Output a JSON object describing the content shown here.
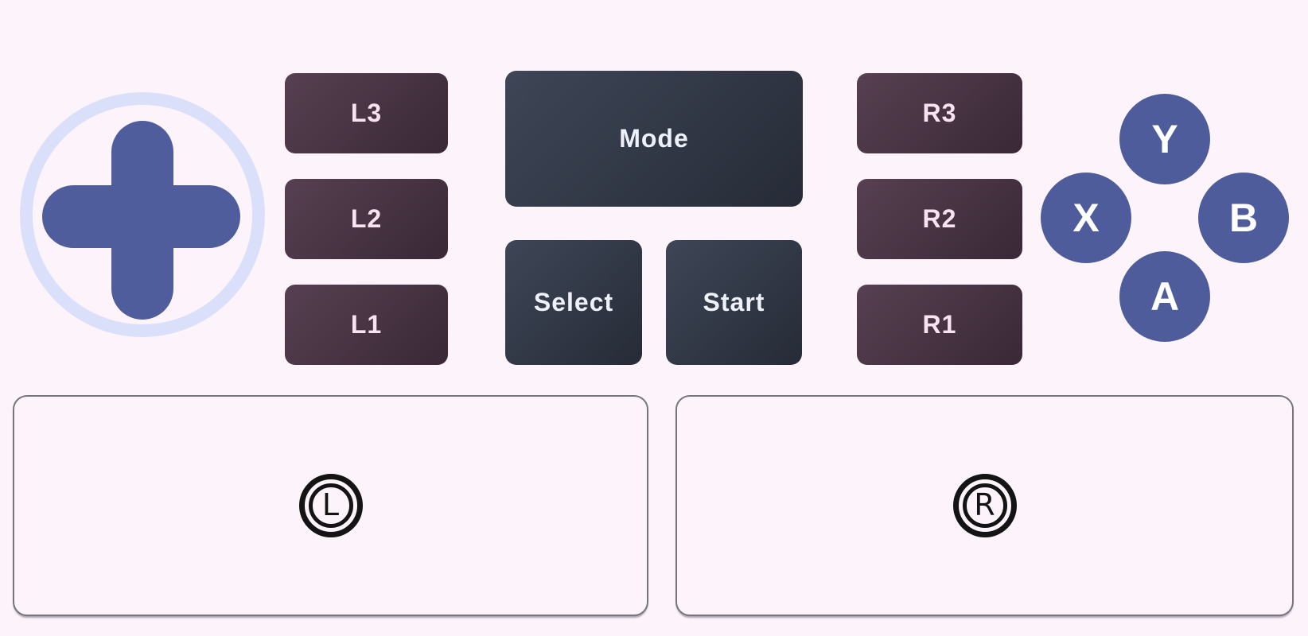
{
  "buttons": {
    "left_shoulder": [
      {
        "id": "L3",
        "label": "L3"
      },
      {
        "id": "L2",
        "label": "L2"
      },
      {
        "id": "L1",
        "label": "L1"
      }
    ],
    "center": [
      {
        "id": "Mode",
        "label": "Mode"
      },
      {
        "id": "Select",
        "label": "Select"
      },
      {
        "id": "Start",
        "label": "Start"
      }
    ],
    "right_shoulder": [
      {
        "id": "R3",
        "label": "R3"
      },
      {
        "id": "R2",
        "label": "R2"
      },
      {
        "id": "R1",
        "label": "R1"
      }
    ],
    "face": [
      {
        "id": "Y",
        "label": "Y"
      },
      {
        "id": "X",
        "label": "X"
      },
      {
        "id": "B",
        "label": "B"
      },
      {
        "id": "A",
        "label": "A"
      }
    ]
  },
  "sticks": {
    "left": {
      "label": "L"
    },
    "right": {
      "label": "R"
    }
  },
  "colors": {
    "bg": "#fdf4fb",
    "maroon_light": "#564051",
    "maroon_dark": "#3a2836",
    "maroon_text": "#f7e3f1",
    "slate_light": "#3e4657",
    "slate_dark": "#262b36",
    "slate_text": "#eef0fa",
    "face": "#4e5c9b",
    "face_text": "#ffffff",
    "dpad": "#4f5d9c",
    "dpad_ring": "#dbe0fa",
    "panel_border": "#76747e",
    "glyph": "#141414"
  }
}
